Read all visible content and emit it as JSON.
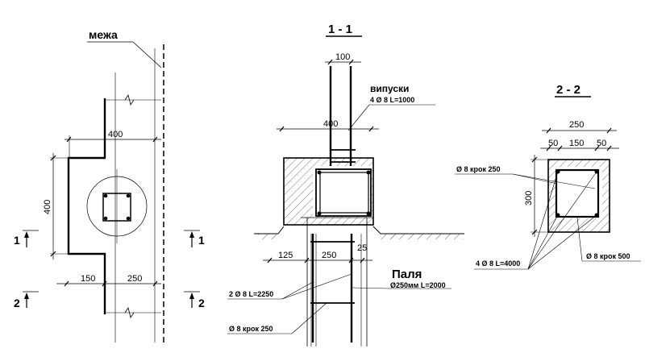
{
  "plan": {
    "boundary_label": "межа",
    "dim_400_horizontal": "400",
    "dim_400_vertical": "400",
    "dim_150": "150",
    "dim_250": "250",
    "section_1_number": "1",
    "section_2_number": "2"
  },
  "section_1_1": {
    "title": "1 - 1",
    "dim_100": "100",
    "dim_400": "400",
    "dim_125": "125",
    "dim_250": "250",
    "dim_25": "25",
    "outlets_label": "випуски",
    "outlets_spec": "4 Ø 8 L=1000",
    "pile_label": "Паля",
    "pile_spec": "Ø250мм L=2000",
    "pile_rebar_spec": "2 Ø 8 L=2250",
    "pile_ties_spec": "Ø 8 крок 250"
  },
  "section_2_2": {
    "title": "2 - 2",
    "dim_250": "250",
    "dim_50_left": "50",
    "dim_150": "150",
    "dim_50_right": "50",
    "dim_300": "300",
    "ties_top_spec": "Ø 8 крок 250",
    "rebar_spec": "4 Ø 8 L=4000",
    "ties_bottom_spec": "Ø 8 крок 500"
  }
}
